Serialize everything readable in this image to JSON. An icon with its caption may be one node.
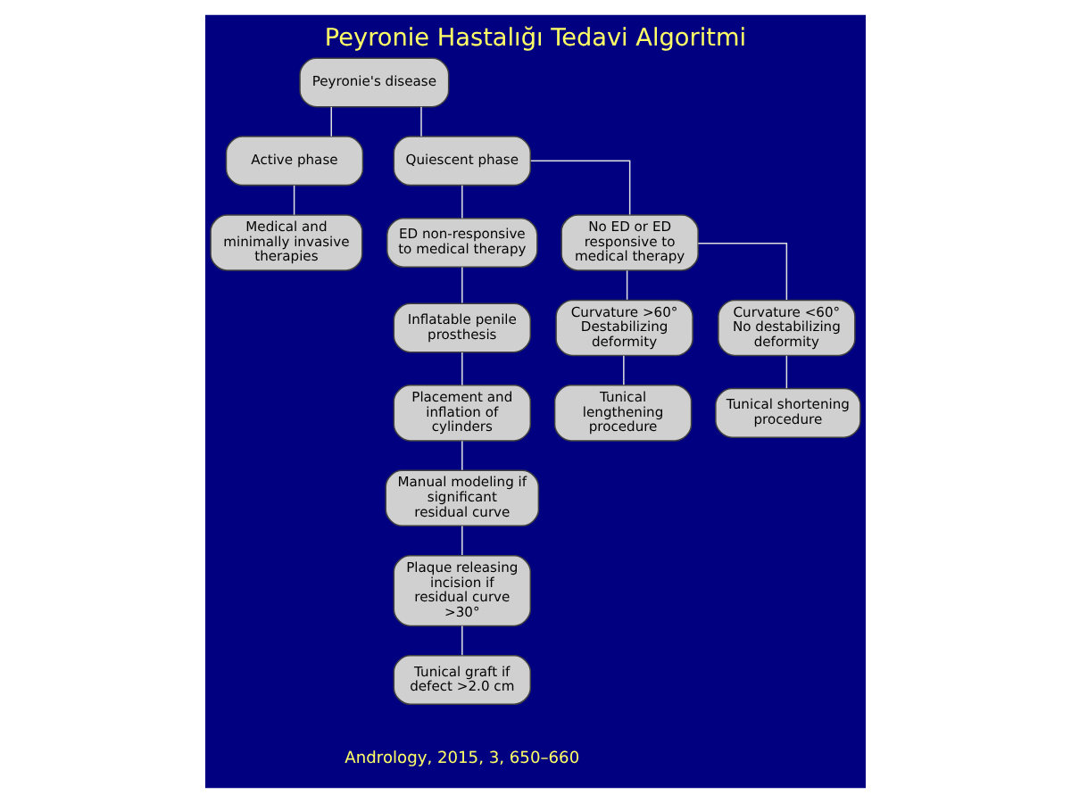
{
  "diagram": {
    "title": "Peyronie Hastalığı Tedavi Algoritmi",
    "nodes": [
      {
        "text": [
          "Peyronie's disease"
        ]
      },
      {
        "text": [
          "Active phase"
        ]
      },
      {
        "text": [
          "Quiescent phase"
        ]
      },
      {
        "text": [
          "Medical and minimally invasive therapies"
        ]
      },
      {
        "text": [
          "ED non-responsive to medical therapy"
        ]
      },
      {
        "text": [
          "No ED or ED responsive to medical therapy"
        ]
      },
      {
        "text": [
          "Inflatable penile prosthesis"
        ]
      },
      {
        "text": [
          "Curvature >60°",
          "Destabilizing deformity"
        ]
      },
      {
        "text": [
          "Curvature <60°",
          "No destabilizing deformity"
        ]
      },
      {
        "text": [
          "Placement and inflation of cylinders"
        ]
      },
      {
        "text": [
          "Tunical lengthening procedure"
        ]
      },
      {
        "text": [
          "Tunical shortening procedure"
        ]
      },
      {
        "text": [
          "Manual modeling if significant residual curve"
        ]
      },
      {
        "text": [
          "Plaque releasing incision if residual curve >30°"
        ]
      },
      {
        "text": [
          "Tunical graft if defect >2.0 cm"
        ]
      }
    ],
    "edges": [
      {
        "from": 0,
        "to": 1,
        "arrow": "none"
      },
      {
        "from": 0,
        "to": 2,
        "arrow": "none"
      },
      {
        "from": 1,
        "to": 3,
        "arrow": "none"
      },
      {
        "from": 2,
        "to": 4,
        "arrow": "none"
      },
      {
        "from": 2,
        "to": 5,
        "arrow": "none"
      },
      {
        "from": 4,
        "to": 6,
        "arrow": "none"
      },
      {
        "from": 5,
        "to": 7,
        "arrow": "none"
      },
      {
        "from": 5,
        "to": 8,
        "arrow": "none"
      },
      {
        "from": 6,
        "to": 9,
        "arrow": "none"
      },
      {
        "from": 7,
        "to": 10,
        "arrow": "none"
      },
      {
        "from": 8,
        "to": 11,
        "arrow": "none"
      },
      {
        "from": 9,
        "to": 12,
        "arrow": "none"
      },
      {
        "from": 12,
        "to": 13,
        "arrow": "none"
      },
      {
        "from": 13,
        "to": 14,
        "arrow": "none"
      }
    ],
    "labels": [
      "Andrology, 2015, 3, 650–660"
    ]
  }
}
